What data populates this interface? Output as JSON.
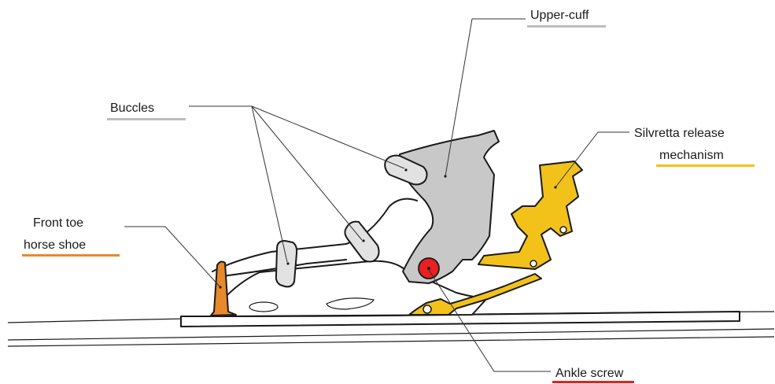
{
  "labels": {
    "upper_cuff": "Upper-cuff",
    "buccles": "Buccles",
    "release_line1": "Silvretta release",
    "release_line2": "mechanism",
    "front_toe_line1": "Front toe",
    "front_toe_line2": "horse shoe",
    "ankle_screw": "Ankle screw"
  },
  "colors": {
    "cuff_gray": "#c8c8c8",
    "buckle_gray": "#e2e2e2",
    "release_yellow": "#f2c21a",
    "toe_orange": "#e8892a",
    "ankle_red": "#e8201f",
    "underline_orange": "#e8892a",
    "underline_yellow": "#f2c21a",
    "underline_gray": "#bdbdbd",
    "ski_outline": "#1a1a1a"
  }
}
